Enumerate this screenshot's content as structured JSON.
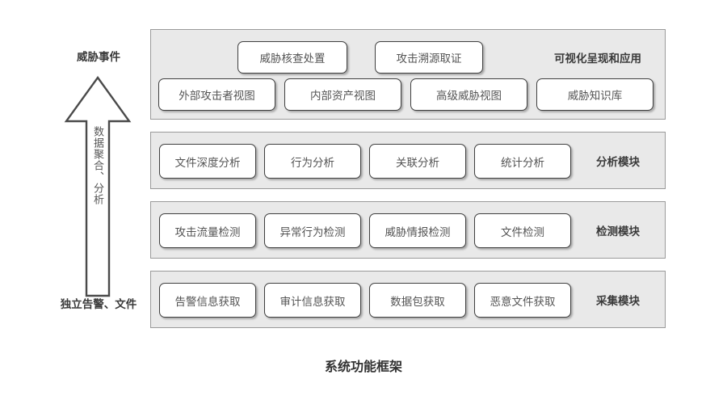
{
  "caption": "系统功能框架",
  "flow": {
    "top_label": "威胁事件",
    "bottom_label": "独立告警、文件",
    "arrow_text": "数据聚合、分析"
  },
  "layers": [
    {
      "title": "可视化呈现和应用",
      "upper_nodes": [
        "威胁核查处置",
        "攻击溯源取证"
      ],
      "nodes": [
        "外部攻击者视图",
        "内部资产视图",
        "高级威胁视图",
        "威胁知识库"
      ]
    },
    {
      "title": "分析模块",
      "nodes": [
        "文件深度分析",
        "行为分析",
        "关联分析",
        "统计分析"
      ]
    },
    {
      "title": "检测模块",
      "nodes": [
        "攻击流量检测",
        "异常行为检测",
        "威胁情报检测",
        "文件检测"
      ]
    },
    {
      "title": "采集模块",
      "nodes": [
        "告警信息获取",
        "审计信息获取",
        "数据包获取",
        "恶意文件获取"
      ]
    }
  ],
  "colors": {
    "panel_fill": "#e9e9e9",
    "panel_border": "#9a9a9a",
    "node_fill": "#ffffff",
    "node_border": "#3f3f3f",
    "node_text": "#545454",
    "title_text": "#3a3a3a",
    "background": "#ffffff"
  }
}
